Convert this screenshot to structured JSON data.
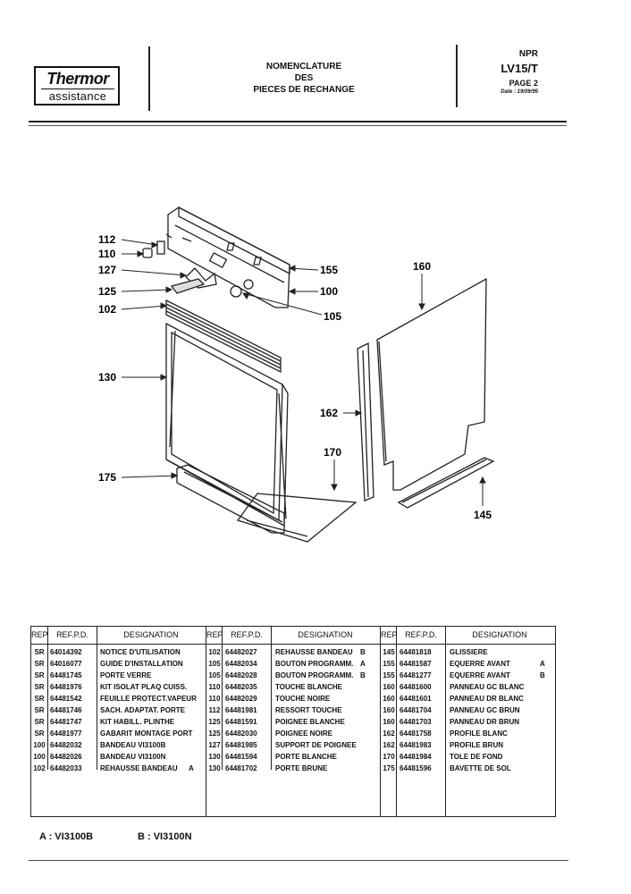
{
  "header": {
    "brand": "Thermor",
    "brand_sub": "assistance",
    "title_lines": [
      "NOMENCLATURE",
      "DES",
      "PIECES DE RECHANGE"
    ],
    "npr": "NPR",
    "model": "LV15/T",
    "page": "PAGE 2",
    "date": "Date : 19/09/95"
  },
  "diagram": {
    "callouts": [
      "112",
      "110",
      "127",
      "125",
      "102",
      "130",
      "175",
      "155",
      "100",
      "105",
      "160",
      "162",
      "170",
      "145"
    ]
  },
  "table": {
    "headers": {
      "rep": "REP",
      "ref": "REF.P.D.",
      "designation": "DESIGNATION"
    },
    "columns": [
      [
        {
          "rep": "SR",
          "ref": "64014392",
          "des": "NOTICE D'UTILISATION",
          "var": ""
        },
        {
          "rep": "SR",
          "ref": "64016077",
          "des": "GUIDE D'INSTALLATION",
          "var": ""
        },
        {
          "rep": "SR",
          "ref": "64481745",
          "des": "PORTE VERRE",
          "var": ""
        },
        {
          "rep": "SR",
          "ref": "64481976",
          "des": "KIT ISOLAT PLAQ CUISS.",
          "var": ""
        },
        {
          "rep": "SR",
          "ref": "64481542",
          "des": "FEUILLE PROTECT.VAPEUR",
          "var": ""
        },
        {
          "rep": "SR",
          "ref": "64481746",
          "des": "SACH. ADAPTAT. PORTE",
          "var": ""
        },
        {
          "rep": "SR",
          "ref": "64481747",
          "des": "KIT HABILL. PLINTHE",
          "var": ""
        },
        {
          "rep": "SR",
          "ref": "64481977",
          "des": "GABARIT MONTAGE PORT",
          "var": ""
        },
        {
          "rep": "100",
          "ref": "64482032",
          "des": "BANDEAU VI3100B",
          "var": ""
        },
        {
          "rep": "100",
          "ref": "64482026",
          "des": "BANDEAU VI3100N",
          "var": ""
        },
        {
          "rep": "102",
          "ref": "64482033",
          "des": "REHAUSSE BANDEAU",
          "var": "A"
        }
      ],
      [
        {
          "rep": "102",
          "ref": "64482027",
          "des": "REHAUSSE BANDEAU",
          "var": "B"
        },
        {
          "rep": "105",
          "ref": "64482034",
          "des": "BOUTON PROGRAMM.",
          "var": "A"
        },
        {
          "rep": "105",
          "ref": "64482028",
          "des": "BOUTON PROGRAMM.",
          "var": "B"
        },
        {
          "rep": "110",
          "ref": "64482035",
          "des": "TOUCHE BLANCHE",
          "var": ""
        },
        {
          "rep": "110",
          "ref": "64482029",
          "des": "TOUCHE NOIRE",
          "var": ""
        },
        {
          "rep": "112",
          "ref": "64481981",
          "des": "RESSORT TOUCHE",
          "var": ""
        },
        {
          "rep": "125",
          "ref": "64481591",
          "des": "POIGNEE BLANCHE",
          "var": ""
        },
        {
          "rep": "125",
          "ref": "64482030",
          "des": "POIGNEE NOIRE",
          "var": ""
        },
        {
          "rep": "127",
          "ref": "64481985",
          "des": "SUPPORT DE POIGNEE",
          "var": ""
        },
        {
          "rep": "130",
          "ref": "64481594",
          "des": "PORTE BLANCHE",
          "var": ""
        },
        {
          "rep": "130",
          "ref": "64481702",
          "des": "PORTE BRUNE",
          "var": ""
        }
      ],
      [
        {
          "rep": "145",
          "ref": "64481818",
          "des": "GLISSIERE",
          "var": ""
        },
        {
          "rep": "155",
          "ref": "64481587",
          "des": "EQUERRE AVANT",
          "var": "A"
        },
        {
          "rep": "155",
          "ref": "64481277",
          "des": "EQUERRE AVANT",
          "var": "B"
        },
        {
          "rep": "160",
          "ref": "64481600",
          "des": "PANNEAU GC BLANC",
          "var": ""
        },
        {
          "rep": "160",
          "ref": "64481601",
          "des": "PANNEAU DR BLANC",
          "var": ""
        },
        {
          "rep": "160",
          "ref": "64481704",
          "des": "PANNEAU GC BRUN",
          "var": ""
        },
        {
          "rep": "160",
          "ref": "64481703",
          "des": "PANNEAU DR BRUN",
          "var": ""
        },
        {
          "rep": "162",
          "ref": "64481758",
          "des": "PROFILE BLANC",
          "var": ""
        },
        {
          "rep": "162",
          "ref": "64481983",
          "des": "PROFILE BRUN",
          "var": ""
        },
        {
          "rep": "170",
          "ref": "64481984",
          "des": "TOLE DE FOND",
          "var": ""
        },
        {
          "rep": "175",
          "ref": "64481596",
          "des": "BAVETTE DE SOL",
          "var": ""
        }
      ]
    ]
  },
  "legend": {
    "a": "A : VI3100B",
    "b": "B : VI3100N"
  }
}
